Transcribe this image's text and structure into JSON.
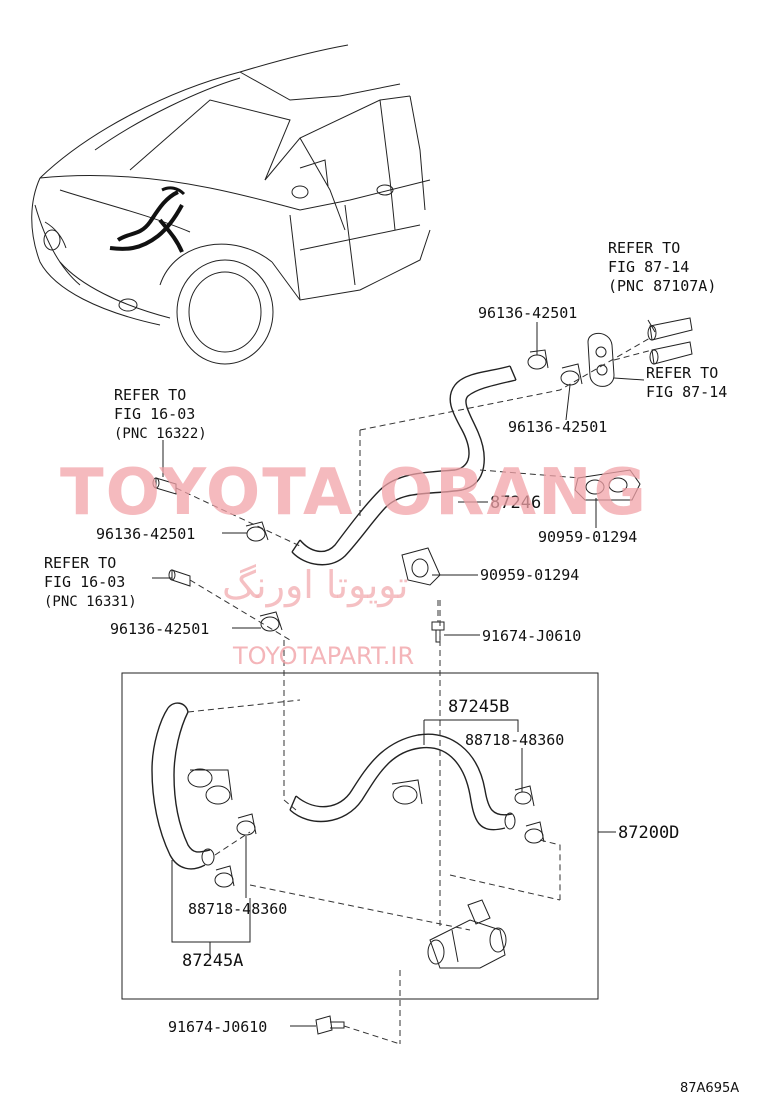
{
  "watermark": {
    "brand": "TOYOTA ORANG",
    "persian": "تویوتا اورنگ",
    "url": "TOYOTAPART.IR"
  },
  "references": {
    "top_right": [
      "REFER TO",
      "FIG 87-14",
      "(PNC 87107A)"
    ],
    "right": [
      "REFER TO",
      "FIG 87-14"
    ],
    "left_upper": [
      "REFER TO",
      "FIG 16-03",
      "(PNC 16322)"
    ],
    "left_lower": [
      "REFER TO",
      "FIG 16-03",
      "(PNC 16331)"
    ]
  },
  "parts": {
    "clamp_top_1": "96136-42501",
    "clamp_top_2": "96136-42501",
    "clamp_left_1": "96136-42501",
    "clamp_left_2": "96136-42501",
    "hose_upper": "87246",
    "clamp_holder_1": "90959-01294",
    "clamp_holder_2": "90959-01294",
    "bolt_upper": "91674-J0610",
    "hose_b": "87245B",
    "clamp_b": "88718-48360",
    "assembly": "87200D",
    "clamp_a": "88718-48360",
    "hose_a": "87245A",
    "bolt_lower": "91674-J0610"
  },
  "figure_id": "87A695A"
}
